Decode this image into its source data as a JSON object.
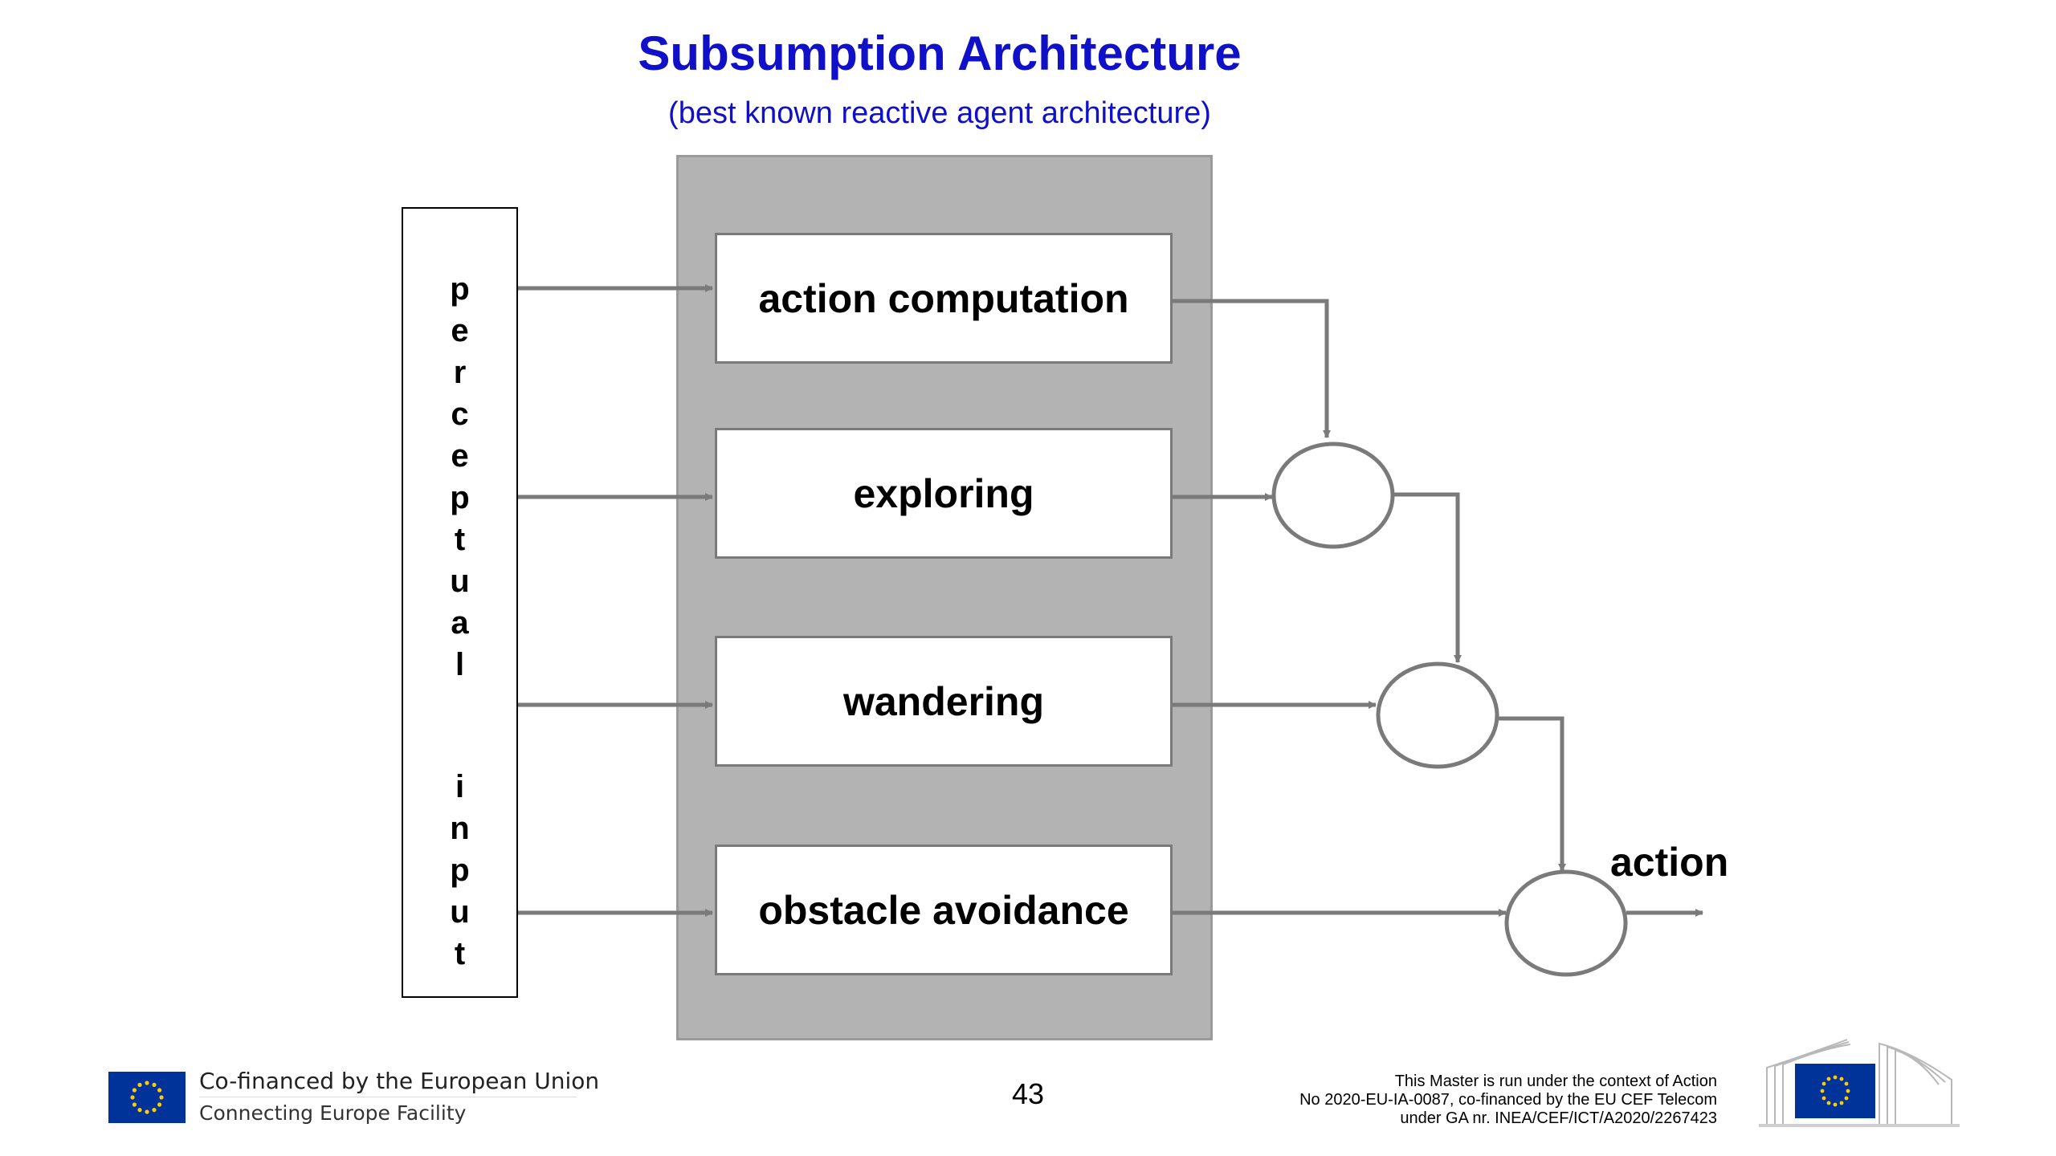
{
  "title": "Subsumption Architecture",
  "subtitle": "(best known reactive agent architecture)",
  "perceptual_input": {
    "letters": [
      "p",
      "e",
      "r",
      "c",
      "e",
      "p",
      "t",
      "u",
      "a",
      "l",
      "i",
      "n",
      "p",
      "u",
      "t"
    ]
  },
  "layers": [
    {
      "label": "action computation"
    },
    {
      "label": "exploring"
    },
    {
      "label": "wandering"
    },
    {
      "label": "obstacle avoidance"
    }
  ],
  "output_label": "action",
  "colors": {
    "title": "#1010c8",
    "panel": "#b3b3b3",
    "wire": "#7a7a7a",
    "eu_blue": "#003399",
    "eu_gold": "#ffcc00"
  },
  "footer": {
    "eu_line1": "Co-financed by the European Union",
    "eu_line2": "Connecting Europe Facility",
    "page_number": "43",
    "notice_line1": "This Master is run under the context of Action",
    "notice_line2": "No 2020-EU-IA-0087, co-financed by the EU CEF Telecom",
    "notice_line3": "under GA nr. INEA/CEF/ICT/A2020/2267423"
  }
}
